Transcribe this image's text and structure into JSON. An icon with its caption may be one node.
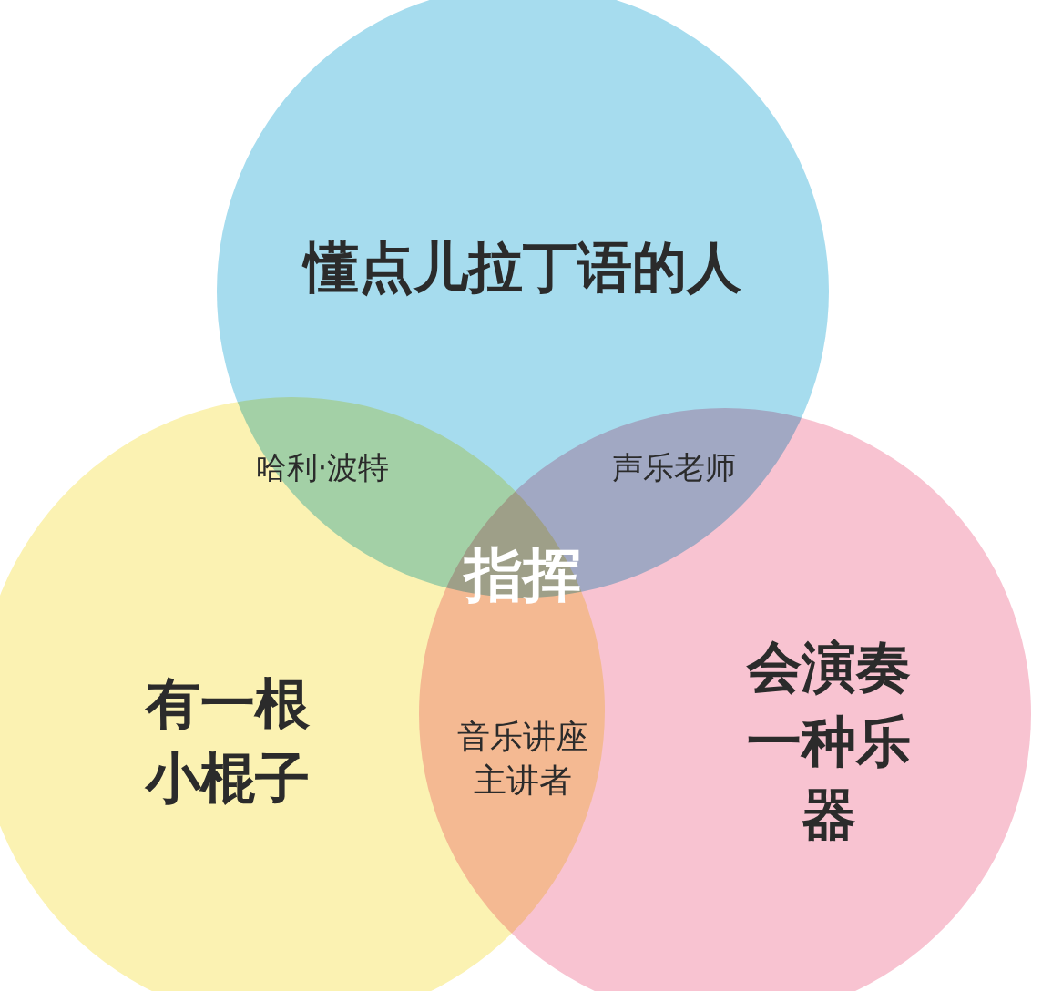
{
  "diagram": {
    "nodes": [
      {
        "text": [
          "懂点儿拉丁语的人"
        ]
      },
      {
        "text": [
          "有一根小棍子"
        ]
      },
      {
        "text": [
          "会演奏一种乐器"
        ]
      }
    ],
    "labels": [
      "哈利·波特",
      "声乐老师",
      "指挥",
      "音乐讲座主讲者"
    ]
  }
}
